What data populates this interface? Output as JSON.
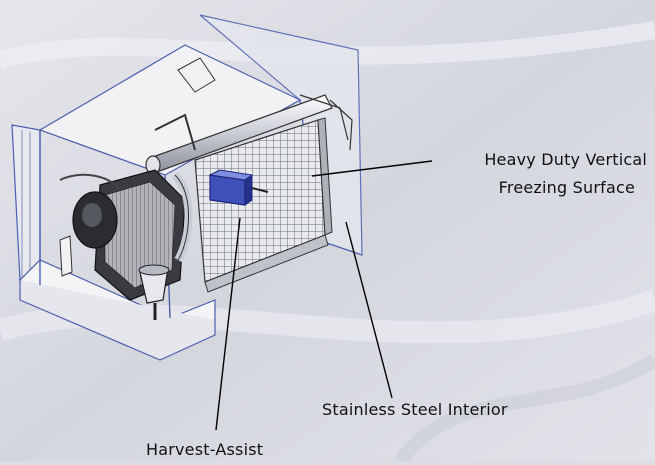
{
  "callouts": {
    "freezing_surface_line1": "Heavy Duty Vertical",
    "freezing_surface_line2": "Freezing Surface",
    "interior": "Stainless Steel Interior",
    "harvest_assist": "Harvest-Assist"
  },
  "colors": {
    "background": "#dcdde3",
    "frame_blue": "#4a5fae",
    "ink": "#111111",
    "solenoid_blue": "#3f50b8"
  }
}
